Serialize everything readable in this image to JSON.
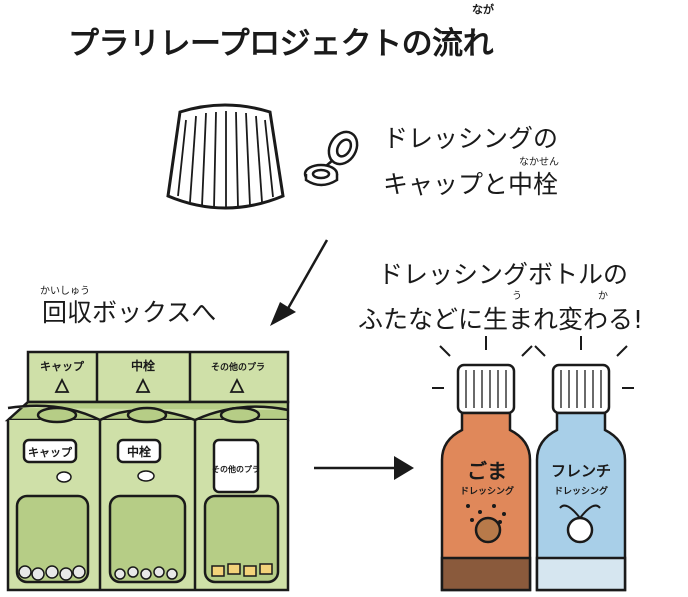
{
  "title": {
    "text": "プラリレープロジェクトの流れ",
    "ruby": "なが"
  },
  "step1": {
    "line1": "ドレッシングの",
    "line2": "キャップと中栓",
    "ruby": "なかせん"
  },
  "step2": {
    "text": "回収ボックスへ",
    "ruby": "かいしゅう"
  },
  "step3": {
    "line1": "ドレッシングボトルの",
    "line2": "ふたなどに生まれ変わる!",
    "ruby_u": "う",
    "ruby_ka": "か"
  },
  "bins": {
    "headers": [
      "キャップ",
      "中栓",
      "その他のプラ"
    ],
    "labels": [
      "キャップ",
      "中栓",
      "その他のプラ"
    ]
  },
  "bottles": [
    {
      "name": "ごま",
      "sub": "ドレッシング",
      "color": "#e0885a"
    },
    {
      "name": "フレンチ",
      "sub": "ドレッシング",
      "color": "#a8cfe8"
    }
  ],
  "colors": {
    "bin": "#cfe0a8",
    "bin_dark": "#b6cd86",
    "ink": "#1a1a1a"
  }
}
